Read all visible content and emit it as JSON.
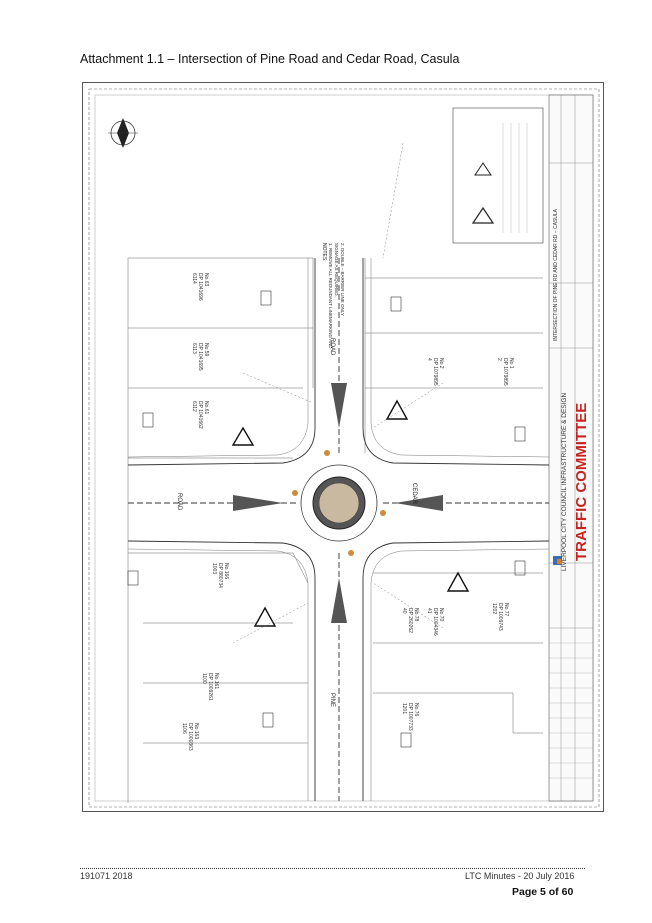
{
  "header": {
    "title": "Attachment 1.1 – Intersection of Pine Road and Cedar Road, Casula"
  },
  "plan": {
    "banner": "TRAFFIC COMMITTEE",
    "council": "LIVERPOOL CITY COUNCIL INFRASTRUCTURE & DESIGN",
    "drawing_title": "INTERSECTION OF PINE RD AND CEDAR RD – CASULA",
    "road_labels": {
      "road_top": "ROAD",
      "road_left": "ROAD",
      "cedar": "CEDAR",
      "pine": "PINE"
    },
    "notes": [
      "NOTES:",
      "1. REMOVE ALL REDUNDANT LINEMARKING AND",
      "SIGNAGE AS REQUIRED.",
      "2. DOUBLE – BARRIER LINE ONLY"
    ],
    "lots": [
      {
        "lot": "6114",
        "dp": "DP 1041696",
        "no": "No.63"
      },
      {
        "lot": "6113",
        "dp": "DP 1041695",
        "no": "No.59"
      },
      {
        "lot": "6112",
        "dp": "DP 1041662",
        "no": "No.61"
      },
      {
        "lot": "4",
        "dp": "DP 1079895",
        "no": "No.2"
      },
      {
        "lot": "2",
        "dp": "DP 1079895",
        "no": "No.1"
      },
      {
        "lot": "1003",
        "dp": "DP 880734",
        "no": "No.166"
      },
      {
        "lot": "1100",
        "dp": "DP 1009261",
        "no": "No.161"
      },
      {
        "lot": "1106",
        "dp": "DP 1000363",
        "no": "No.163"
      },
      {
        "lot": "40",
        "dp": "DP 260262",
        "no": "No.78"
      },
      {
        "lot": "41",
        "dp": "DP 1004346",
        "no": "No.70"
      },
      {
        "lot": "1202",
        "dp": "DP 1009743",
        "no": "No.77"
      },
      {
        "lot": "1201",
        "dp": "DP 1007733",
        "no": "No.76"
      }
    ]
  },
  "footer": {
    "left": "191071 2018",
    "right": "LTC Minutes - 20 July 2016",
    "page": "Page 5 of 60"
  }
}
